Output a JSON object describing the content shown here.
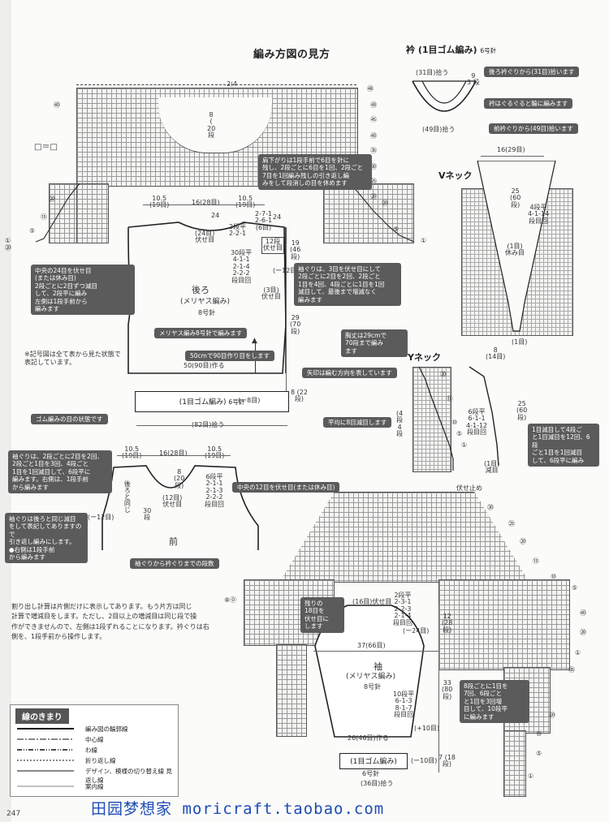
{
  "title": "編み方図の見方",
  "page_number": "247",
  "footer": "田园梦想家 moricraft.taobao.com",
  "legend": {
    "title": "線のきまり",
    "rows": [
      "編み図の輪郭線",
      "中心線",
      "わ線",
      "折り返し線",
      "デザイン、模様の切り替え線 見返し線",
      "案内線"
    ]
  },
  "symbol_note": "□＝□",
  "chart_circled": {
    "top_right": [
      "㊾",
      "㊺",
      "㊵",
      "㉟",
      "㉚",
      "㉕",
      "⑳"
    ],
    "top_left": [
      "㊵",
      "⑳",
      "⑮",
      "⑩",
      "⑤",
      "①"
    ],
    "yoke_top": "㊽",
    "left_bottom": "⑳"
  },
  "back": {
    "name": "後ろ",
    "sub": "(メリヤス編み)",
    "needle": "8号針",
    "width": "50(90目)作る",
    "rib": "(1目ゴム編み)",
    "rib_needle": "6号針",
    "pickup": "(82目)拾う",
    "dim_top": [
      "10.5",
      "(19目)",
      "16(28目)",
      "10.5",
      "(19目)"
    ],
    "steps_shoulder": [
      "2段平",
      "2-2-1"
    ],
    "cast_off": [
      "(24目)",
      "伏せ目"
    ],
    "neck_steps": [
      "2-7-1",
      "2-6-1",
      "(6目)"
    ],
    "neck_side": [
      "(2",
      "4",
      "段"
    ],
    "neck_side_l": [
      "(2",
      "4",
      "段"
    ],
    "armhole": [
      "30段平",
      "4-1-1",
      "2-1-4",
      "2-2-2",
      "段目回"
    ],
    "armhole_castoff": [
      "(3目)",
      "伏せ目"
    ],
    "rows_12": [
      "12段",
      "伏せ目"
    ],
    "h19": [
      "19",
      "(46",
      "段)"
    ],
    "h29": [
      "29",
      "(70",
      "段)"
    ],
    "h8": [
      "8",
      "(22",
      "段)"
    ],
    "minus12": "(ー12目)",
    "minus8": "(ー8目)",
    "notes": [
      "中央の24目を伏せ目\n(または休み目)\n2段ごとに2目ずつ減目\nして、2段平に編み\n左側は1段手前から\n編みます",
      "袖ぐりは、3目を伏せ目にして\n2段ごとに2目を2回、2段ごと\n1目を4回、4段ごとに1目を1回\n減目して、最後まで増減なく\n編みます",
      "肩下がりは1段手前で6目を針に\n残し、2段ごとに6目を1回、2段ごと\n7目を1回編み残しの引き返し編\nみをして段消しの目を休めます"
    ],
    "single_notes": [
      "メリヤス編み8号針で編みます",
      "50cmで90目作り目をします",
      "矢印は編む方向を表しています",
      "平均に8目減目します",
      "ゴム編みの目の状態です",
      "胸丈は29cmで\n70段まで編み\nます"
    ],
    "remark": "※記号図は全て表から見た状態で\n  表記しています。"
  },
  "front": {
    "name": "前",
    "dim_top": [
      "10.5",
      "(19目)",
      "16(28目)",
      "10.5",
      "(19目)"
    ],
    "center_castoff": [
      "8",
      "(20",
      "段)"
    ],
    "steps": [
      "6段平",
      "2-1-1",
      "2-1-3",
      "2-2-2",
      "段目回"
    ],
    "castoff12": [
      "(12目)",
      "伏せ目"
    ],
    "back_same": [
      "後ろと同じ"
    ],
    "h30": [
      "30",
      "段"
    ],
    "minus12": "(ー12目)",
    "notes": [
      "袖ぐりは、2段ごとに2目を2回、\n2段ごと1目を3回、4段ごと\n1目を1回減目して、6段平に\n編みます。右側は、1段手前\nから編みます",
      "袖ぐりは後ろと同じ減目\nをして表記してありますので\n引き返し編みにします。\n●右側は1段手前\n  から編みます"
    ],
    "single_notes": [
      "中央の12目を伏せ目(または休み目)",
      "袖ぐりから衿ぐりまでの段数"
    ]
  },
  "collar": {
    "name": "衿 (1目ゴム編み)",
    "needle": "6号針",
    "pick_back": "(31目)拾う",
    "pick_front": "(49目)拾う",
    "dims": [
      "9",
      "3",
      "段"
    ],
    "notes": [
      "後ろ衿ぐりから(31目)拾います",
      "衿はぐるぐると輪に編みます",
      "前衿ぐりから(49目)拾います"
    ]
  },
  "vneck": {
    "name": "Vネック",
    "dim_top": "16(29目)",
    "h25": [
      "25",
      "(60",
      "段)"
    ],
    "steps": [
      "4段平",
      "4-1-14",
      "段目回"
    ],
    "center": [
      "(1目)",
      "休み目"
    ],
    "bottom": "(1目)"
  },
  "yneck": {
    "name": "Yネック",
    "dim_top": [
      "8",
      "(14目)"
    ],
    "h25": [
      "25",
      "(60",
      "段)"
    ],
    "steps": [
      "6段平",
      "6-1-1",
      "4-1-12",
      "段目回"
    ],
    "side": [
      "(4",
      "段",
      "4",
      "段"
    ],
    "bottom": [
      "(1目)",
      "減目"
    ],
    "note": "1目減目して4段ご\nと1目減目を12回、6段\nごと1目を1回減目\nして、6段平に編み"
  },
  "sleeve": {
    "name": "袖",
    "sub": "(メリヤス編み)",
    "needle": "8号針",
    "castoff16": "(16目)伏せ目",
    "steps_top": [
      "2段平",
      "2-3-1",
      "2-2-3",
      "2-1-4",
      "段目回"
    ],
    "minus24": "(ー24目)",
    "h12": [
      "12",
      "(28",
      "段)"
    ],
    "width37": "37(66目)",
    "h33": [
      "33",
      "(80",
      "段)"
    ],
    "steps_side": [
      "10段平",
      "6-1-3",
      "8-1-7",
      "段目回"
    ],
    "plus10": "(+10目)",
    "width26": "26(46目)作る",
    "rib": "(1目ゴム編み)",
    "rib_needle": "6号針",
    "minus10": "(ー10目)",
    "h7": [
      "7",
      "(18",
      "段)"
    ],
    "pickup": "(36目)拾う",
    "note_top": "残りの\n18目を\n伏せ目に\nします",
    "note_side": "8段ごとに1目を\n7回、6段ごと\nと1目を3回増\n目して、10段平\nに編みます"
  },
  "sleeve_chart": {
    "top": "伏せ止め",
    "circled_right": [
      "㉚",
      "㉕",
      "⑳",
      "⑮",
      "⑩",
      "⑤",
      "①",
      "㊵",
      "㉟",
      "⑳",
      "⑳"
    ],
    "circled_left": [
      "⑧⓪"
    ]
  },
  "paragraph": "割り出し計算は片側だけに表示してあります。もう片方は同じ\n計算で増減目をします。ただし、2目以上の増減目は同じ段で操\n作ができませんので、左側は1段ずれることになります。衿ぐりは右\n側を、1段手前から操作します。"
}
